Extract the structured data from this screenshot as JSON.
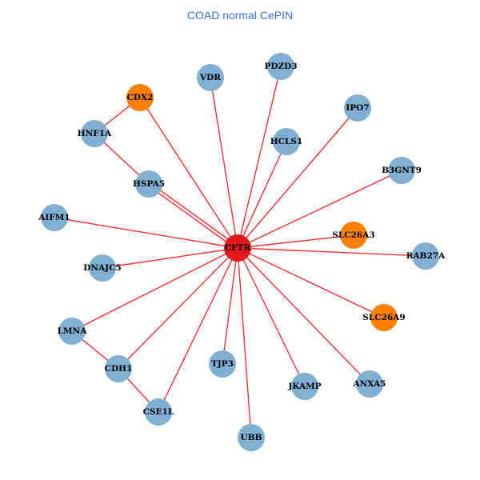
{
  "title": "COAD normal CePIN",
  "colors": {
    "hub": "#e31a1c",
    "highlight": "#ff7f00",
    "default": "#7fafd2",
    "edge": "#ff3030",
    "title": "#3e6fe6"
  },
  "nodes": [
    {
      "label": "CFTR",
      "type": "hub"
    },
    {
      "label": "CDX2",
      "type": "highlight"
    },
    {
      "label": "VDR",
      "type": "default"
    },
    {
      "label": "PDZD3",
      "type": "default"
    },
    {
      "label": "IPO7",
      "type": "default"
    },
    {
      "label": "HCLS1",
      "type": "default"
    },
    {
      "label": "HNF1A",
      "type": "default"
    },
    {
      "label": "HSPA5",
      "type": "default"
    },
    {
      "label": "B3GNT9",
      "type": "default"
    },
    {
      "label": "AIFM1",
      "type": "default"
    },
    {
      "label": "SLC26A3",
      "type": "highlight"
    },
    {
      "label": "RAB27A",
      "type": "default"
    },
    {
      "label": "DNAJC5",
      "type": "default"
    },
    {
      "label": "SLC26A9",
      "type": "highlight"
    },
    {
      "label": "LMNA",
      "type": "default"
    },
    {
      "label": "CDH1",
      "type": "default"
    },
    {
      "label": "TJP3",
      "type": "default"
    },
    {
      "label": "JKAMP",
      "type": "default"
    },
    {
      "label": "ANXA5",
      "type": "default"
    },
    {
      "label": "CSE1L",
      "type": "default"
    },
    {
      "label": "UBB",
      "type": "default"
    }
  ],
  "edges": [
    [
      "CFTR",
      "CDX2"
    ],
    [
      "CFTR",
      "VDR"
    ],
    [
      "CFTR",
      "PDZD3"
    ],
    [
      "CFTR",
      "IPO7"
    ],
    [
      "CFTR",
      "HCLS1"
    ],
    [
      "CFTR",
      "HSPA5"
    ],
    [
      "CFTR",
      "HSPA5"
    ],
    [
      "CFTR",
      "B3GNT9"
    ],
    [
      "CFTR",
      "AIFM1"
    ],
    [
      "CFTR",
      "SLC26A3"
    ],
    [
      "CFTR",
      "RAB27A"
    ],
    [
      "CFTR",
      "DNAJC5"
    ],
    [
      "CFTR",
      "SLC26A9"
    ],
    [
      "CFTR",
      "LMNA"
    ],
    [
      "CFTR",
      "CDH1"
    ],
    [
      "CFTR",
      "TJP3"
    ],
    [
      "CFTR",
      "JKAMP"
    ],
    [
      "CFTR",
      "ANXA5"
    ],
    [
      "CFTR",
      "CSE1L"
    ],
    [
      "CFTR",
      "UBB"
    ],
    [
      "CDX2",
      "HNF1A"
    ],
    [
      "HNF1A",
      "HSPA5"
    ],
    [
      "LMNA",
      "CDH1"
    ],
    [
      "CDH1",
      "CSE1L"
    ]
  ]
}
